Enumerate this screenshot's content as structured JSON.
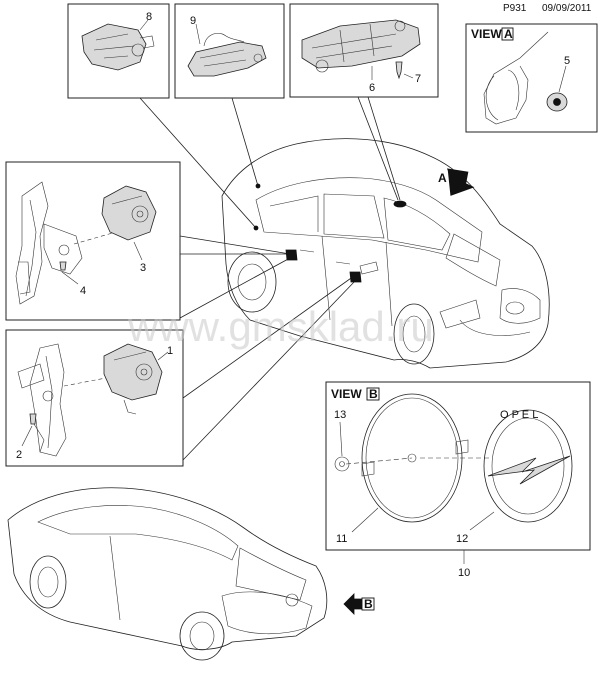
{
  "header": {
    "code": "P931",
    "date": "09/09/2011"
  },
  "watermark": "www.gmsklad.ru",
  "views": {
    "a": {
      "label": "VIEW",
      "letter": "A"
    },
    "b": {
      "label": "VIEW",
      "letter": "B"
    }
  },
  "arrows": {
    "a": "A",
    "b": "B"
  },
  "callouts": {
    "p1": "1",
    "p2": "2",
    "p3": "3",
    "p4": "4",
    "p5": "5",
    "p6": "6",
    "p7": "7",
    "p8": "8",
    "p9": "9",
    "p10": "10",
    "p11": "11",
    "p12": "12",
    "p13": "13"
  },
  "colors": {
    "line": "#222222",
    "part_fill": "#d9d9d9",
    "watermark": "#c8c8c8"
  }
}
